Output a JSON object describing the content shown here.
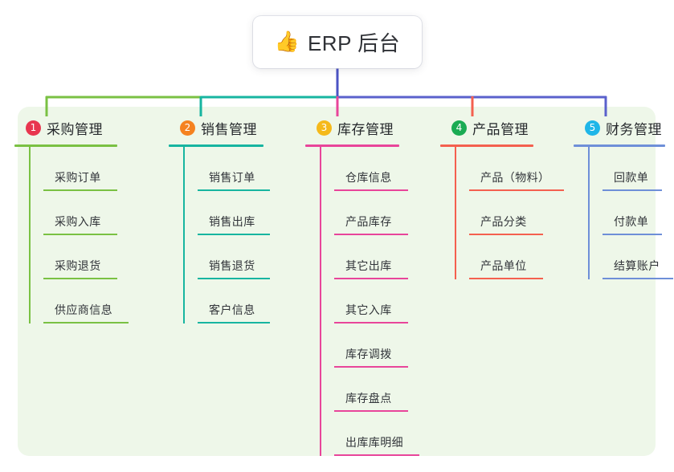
{
  "root": {
    "icon": "thumbs-up-icon",
    "icon_glyph": "👍",
    "title": "ERP 后台"
  },
  "palette": {
    "panel_bg": "#eef7e9",
    "page_bg": "#ffffff",
    "stem": "#4b53c4",
    "text": "#32353a"
  },
  "columns": [
    {
      "index": "1",
      "badge_label": "1",
      "badge_color": "#e8364f",
      "line_color": "#7ac143",
      "title": "采购管理",
      "items": [
        {
          "label": "采购订单"
        },
        {
          "label": "采购入库"
        },
        {
          "label": "采购退货"
        },
        {
          "label": "供应商信息"
        }
      ]
    },
    {
      "index": "2",
      "badge_label": "2",
      "badge_color": "#f58220",
      "line_color": "#17b5a0",
      "title": "销售管理",
      "items": [
        {
          "label": "销售订单"
        },
        {
          "label": "销售出库"
        },
        {
          "label": "销售退货"
        },
        {
          "label": "客户信息"
        }
      ]
    },
    {
      "index": "3",
      "badge_label": "3",
      "badge_color": "#f5b91a",
      "line_color": "#e8459a",
      "title": "库存管理",
      "items": [
        {
          "label": "仓库信息"
        },
        {
          "label": "产品库存"
        },
        {
          "label": "其它出库"
        },
        {
          "label": "其它入库"
        },
        {
          "label": "库存调拨"
        },
        {
          "label": "库存盘点"
        },
        {
          "label": "出库库明细"
        }
      ]
    },
    {
      "index": "4",
      "badge_label": "4",
      "badge_color": "#1aab53",
      "line_color": "#f4604f",
      "title": "产品管理",
      "items": [
        {
          "label": "产品（物料）"
        },
        {
          "label": "产品分类"
        },
        {
          "label": "产品单位"
        }
      ]
    },
    {
      "index": "5",
      "badge_label": "5",
      "badge_color": "#1fb6e8",
      "line_color": "#6e8fd8",
      "title": "财务管理",
      "items": [
        {
          "label": "回款单"
        },
        {
          "label": "付款单"
        },
        {
          "label": "结算账户"
        }
      ]
    }
  ]
}
